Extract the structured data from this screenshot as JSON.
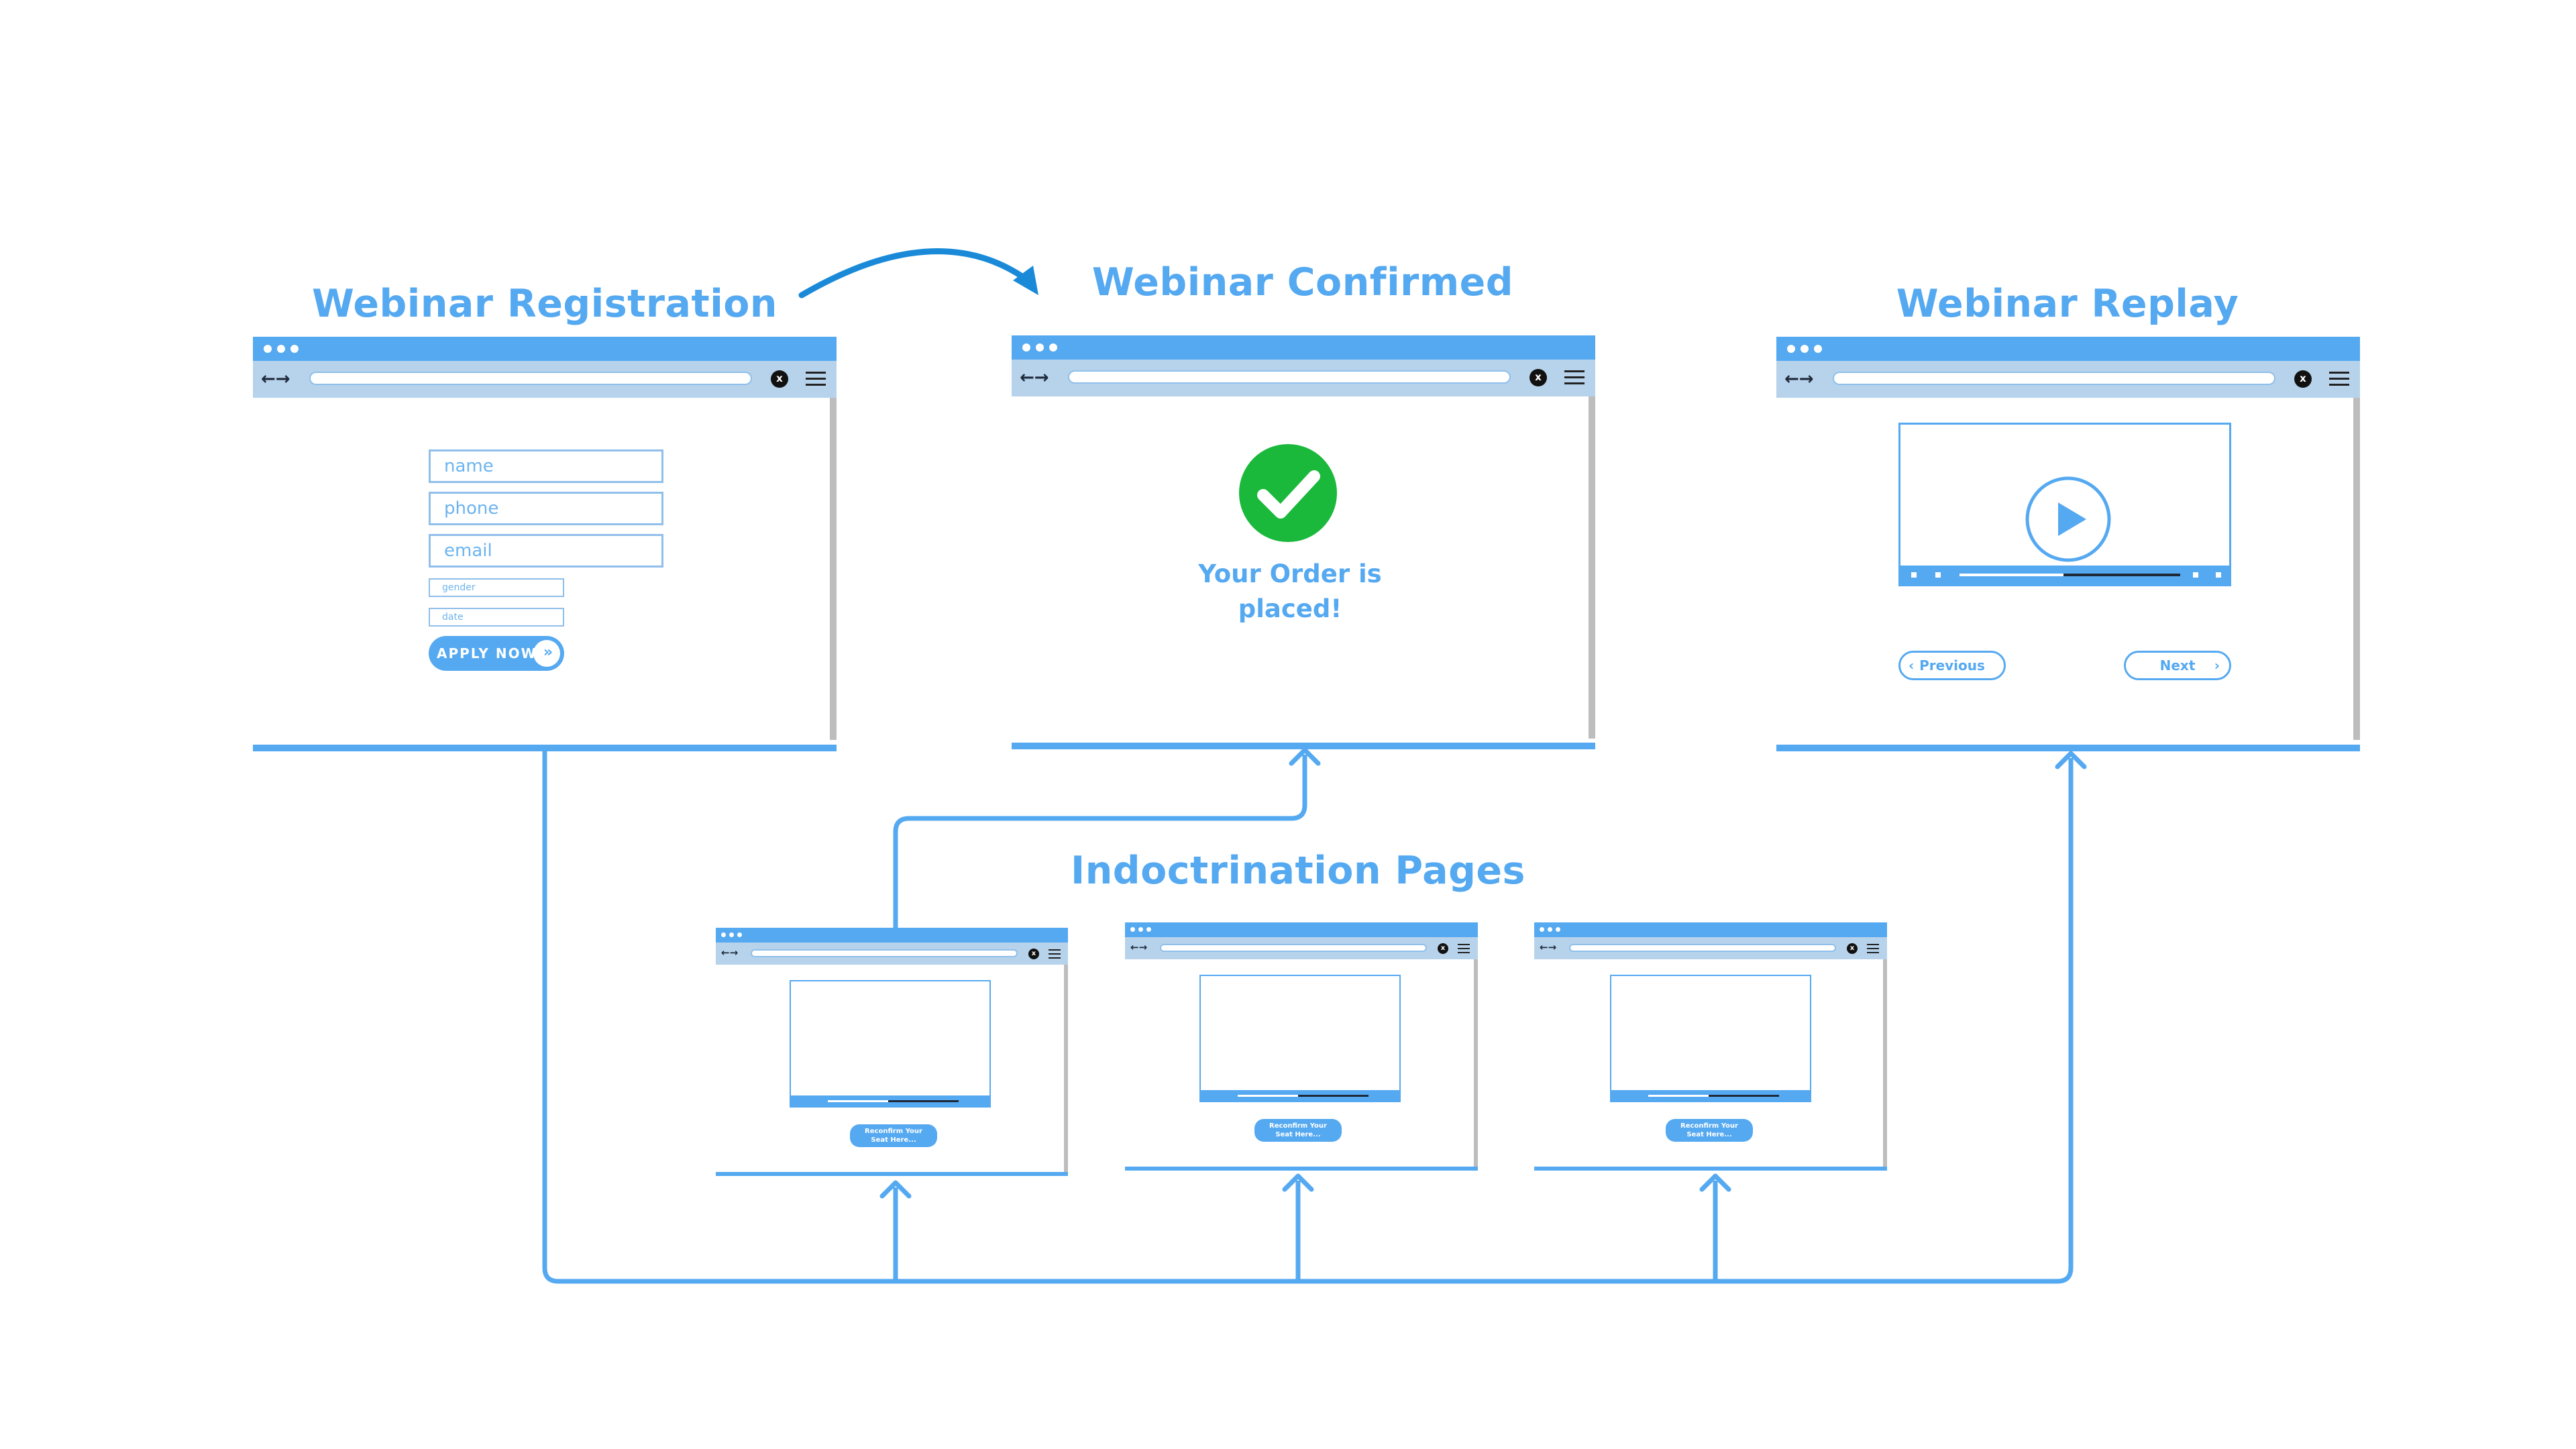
{
  "colors": {
    "accent": "#55a9f1",
    "nav": "#b7d3ec",
    "success": "#1ab83b",
    "curve": "#1a8ad8",
    "scrollbar": "#bdbdbd"
  },
  "titles": {
    "registration": "Webinar Registration",
    "confirmed": "Webinar Confirmed",
    "replay": "Webinar Replay",
    "indoctrination": "Indoctrination Pages"
  },
  "browser": {
    "nav_arrows": "←→",
    "close_icon": "x"
  },
  "registration_form": {
    "name_placeholder": "name",
    "phone_placeholder": "phone",
    "email_placeholder": "email",
    "gender_placeholder": "gender",
    "date_placeholder": "date",
    "apply_label": "APPLY NOW"
  },
  "confirmed_page": {
    "icon": "check-circle-icon",
    "message_line1": "Your Order is",
    "message_line2": "placed!"
  },
  "replay_page": {
    "icon": "play-icon",
    "previous_label": "Previous",
    "next_label": "Next"
  },
  "indoctrination_pages": [
    {
      "button_line1": "Reconfirm Your",
      "button_line2": "Seat Here..."
    },
    {
      "button_line1": "Reconfirm Your",
      "button_line2": "Seat Here..."
    },
    {
      "button_line1": "Reconfirm Your",
      "button_line2": "Seat Here..."
    }
  ]
}
